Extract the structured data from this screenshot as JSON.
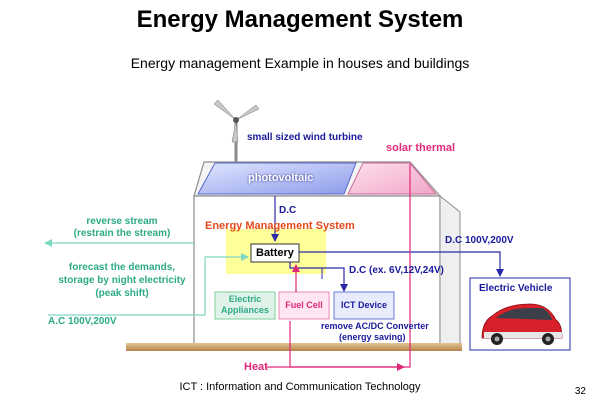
{
  "title": "Energy Management System",
  "subtitle": "Energy management Example in houses and buildings",
  "labels": {
    "wind": "small sized wind turbine",
    "solar_thermal": "solar thermal",
    "photovoltaic": "photovoltaic",
    "dc_top": "D.C",
    "ems": "Energy Management System",
    "battery": "Battery",
    "dc_100_200": "D.C 100V,200V",
    "dc_ex": "D.C (ex. 6V,12V,24V)",
    "electric_vehicle": "Electric Vehicle",
    "electric_appliances": "Electric\nAppliances",
    "fuel_cell": "Fuel Cell",
    "ict_device": "ICT Device",
    "remove_converter": "remove AC/DC Converter",
    "energy_saving": "(energy saving)",
    "heat": "Heat"
  },
  "left_notes": {
    "reverse_stream": "reverse stream",
    "restrain": "(restrain the stream)",
    "forecast": "forecast the demands,",
    "storage": "storage by night electricity",
    "peak_shift": "(peak shift)",
    "ac": "A.C 100V,200V"
  },
  "footer": "ICT : Information and Communication Technology",
  "page_number": "32",
  "colors": {
    "blue_text": "#1a1a9c",
    "green_text": "#2daa86",
    "pink": "#e0287a",
    "ems_orange": "#e34a1b",
    "battery_bg": "#ffff99",
    "ground": "#c9a06a"
  }
}
